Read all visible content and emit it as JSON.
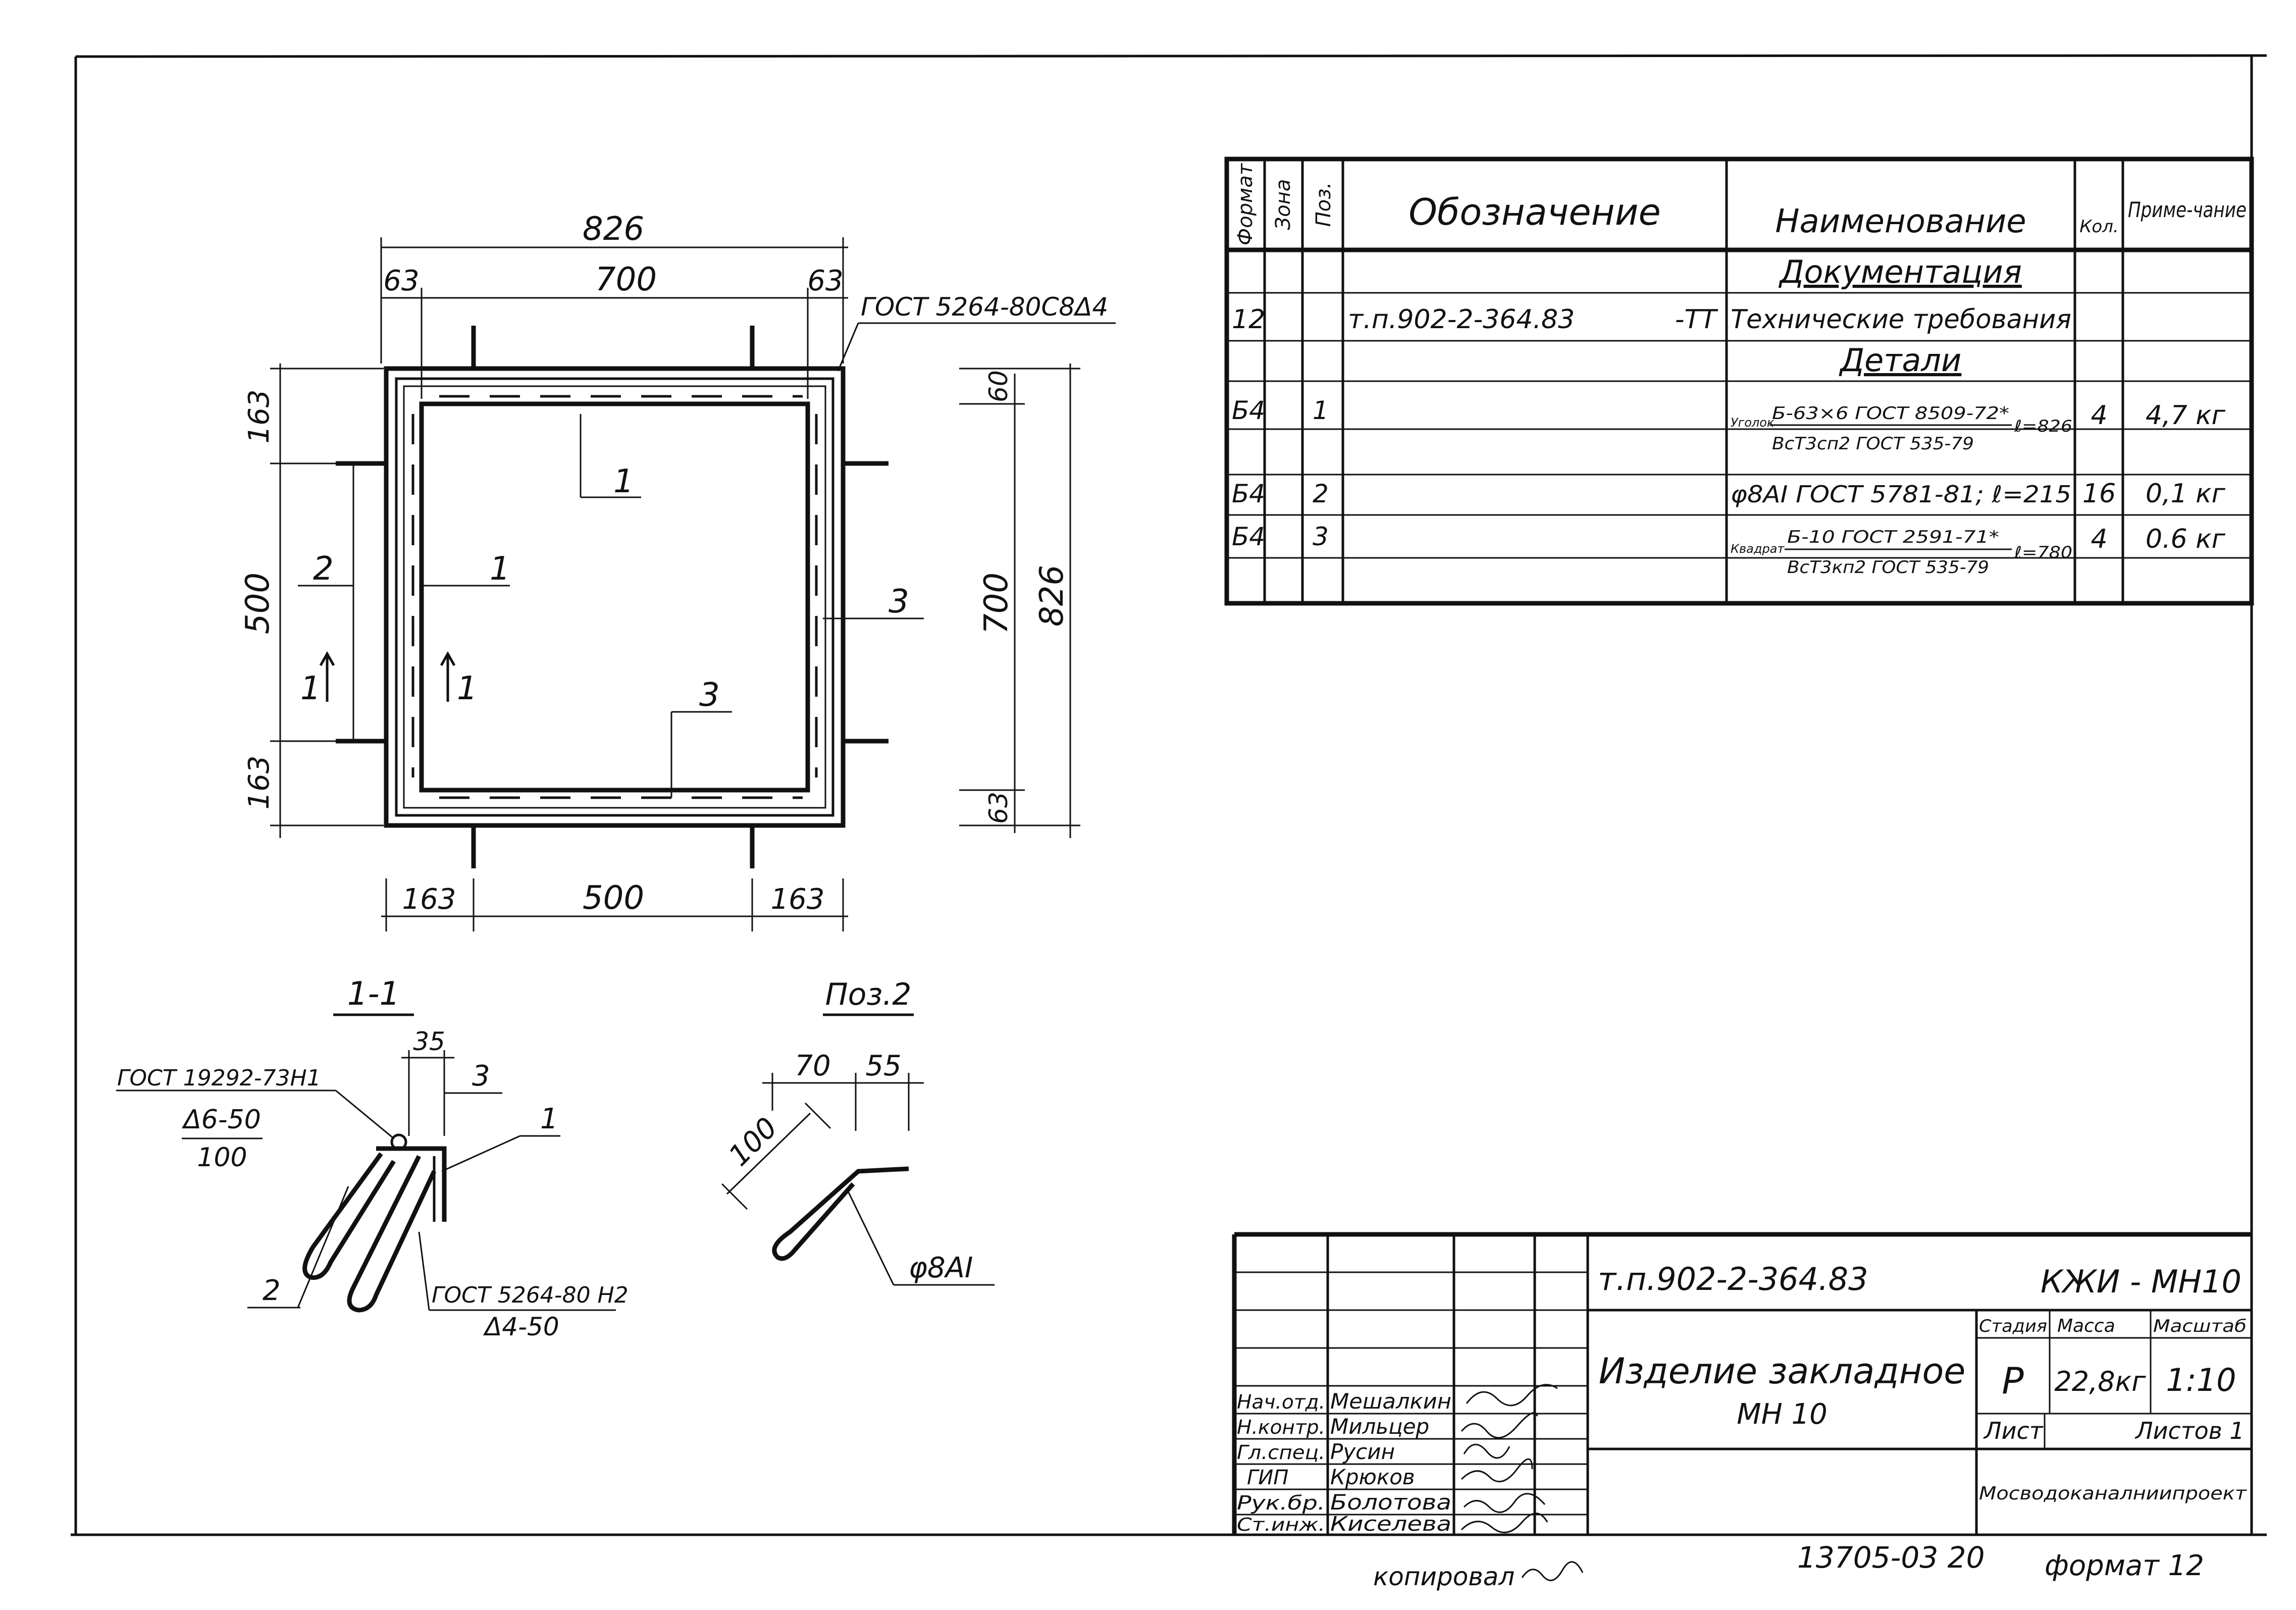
{
  "colors": {
    "ink": "#111111",
    "paper": "#ffffff"
  },
  "plan": {
    "dims": {
      "top_total": "826",
      "top_left": "63",
      "top_mid": "700",
      "top_right": "63",
      "bottom_left": "163",
      "bottom_mid": "500",
      "bottom_right": "163",
      "left_top": "163",
      "left_mid": "500",
      "left_bottom": "163",
      "right_top": "60",
      "right_mid": "700",
      "right_bottom": "63",
      "right_total": "826"
    },
    "weld_note": "ГОСТ 5264-80С8Δ4",
    "callouts": {
      "pos1_top": "1",
      "pos1_mid": "1",
      "pos2": "2",
      "pos3_right": "3",
      "pos3_bottom": "3"
    },
    "section_marks": {
      "left": "1",
      "right": "1"
    }
  },
  "section_1_1": {
    "title": "1-1",
    "dim_35": "35",
    "label_3": "3",
    "label_1": "1",
    "label_2": "2",
    "weld_top_std": "ГОСТ 19292-73Н1",
    "weld_top_num": "Δ6-50",
    "weld_top_den": "100",
    "weld_bottom_std": "ГОСТ 5264-80 Н2",
    "weld_bottom_note": "Δ4-50"
  },
  "pos2_detail": {
    "title": "Поз.2",
    "dim_70": "70",
    "dim_55": "55",
    "dim_100": "100",
    "rod": "φ8АI"
  },
  "spec_table": {
    "headers": {
      "format": "Формат",
      "zone": "Зона",
      "pos": "Поз.",
      "designation": "Обозначение",
      "name": "Наименование",
      "qty": "Кол.",
      "note": "Приме-чание"
    },
    "section_docs": "Документация",
    "doc_row": {
      "format": "12",
      "designation": "т.п.902-2-364.83",
      "suffix": "-ТТ",
      "name": "Технические требования"
    },
    "section_parts": "Детали",
    "rows": [
      {
        "format": "Б4",
        "pos": "1",
        "prefix": "Уголок",
        "num": "Б-63×6 ГОСТ 8509-72*",
        "den": "ВсТ3сп2 ГОСТ 535-79",
        "len": "ℓ=826",
        "qty": "4",
        "note": "4,7 кг"
      },
      {
        "format": "Б4",
        "pos": "2",
        "prefix": "",
        "num": "φ8АI ГОСТ 5781-81; ℓ=215",
        "den": "",
        "len": "",
        "qty": "16",
        "note": "0,1 кг"
      },
      {
        "format": "Б4",
        "pos": "3",
        "prefix": "Квадрат",
        "num": "Б-10 ГОСТ 2591-71*",
        "den": "ВсТ3кп2 ГОСТ 535-79",
        "len": "ℓ=780",
        "qty": "4",
        "note": "0.6 кг"
      }
    ]
  },
  "title_block": {
    "doc_code": "т.п.902-2-364.83",
    "sheet_code": "КЖИ - МН10",
    "title_line1": "Изделие закладное",
    "title_line2": "МН 10",
    "stage_label": "Стадия",
    "mass_label": "Масса",
    "scale_label": "Масштаб",
    "stage": "Р",
    "mass": "22,8кг",
    "scale": "1:10",
    "sheet_label": "Лист",
    "sheets_label": "Листов 1",
    "org": "Мосводоканалниипроект",
    "roles": [
      {
        "role": "Нач.отд.",
        "name": "Мешалкин"
      },
      {
        "role": "Н.контр.",
        "name": "Мильцер"
      },
      {
        "role": "Гл.спец.",
        "name": "Русин"
      },
      {
        "role": "ГИП",
        "name": "Крюков"
      },
      {
        "role": "Рук.бр.",
        "name": "Болотова"
      },
      {
        "role": "Ст.инж.",
        "name": "Киселева"
      }
    ]
  },
  "footer": {
    "copied": "копировал",
    "inventory": "13705-03 20",
    "format": "формат 12"
  }
}
